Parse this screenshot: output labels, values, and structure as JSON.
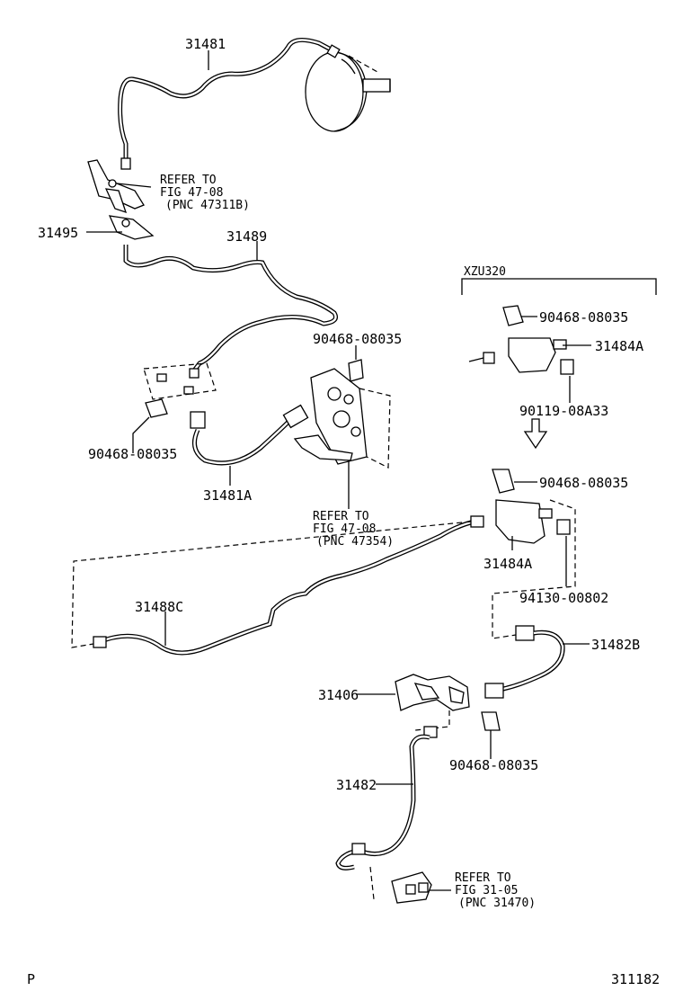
{
  "parts": {
    "p31481": "31481",
    "p31495": "31495",
    "p31489": "31489",
    "p90468_a": "90468-08035",
    "p90468_b": "90468-08035",
    "p31481A": "31481A",
    "p90468_c": "90468-08035",
    "p31484A_top": "31484A",
    "p90119": "90119-08A33",
    "p90468_d": "90468-08035",
    "p31484A_mid": "31484A",
    "p94130": "94130-00802",
    "p31488C": "31488C",
    "p31482B": "31482B",
    "p31406": "31406",
    "p90468_e": "90468-08035",
    "p31482": "31482"
  },
  "refs": {
    "ref1": {
      "line1": "REFER TO",
      "line2": "FIG 47-08",
      "line3": "(PNC 47311B)"
    },
    "ref2": {
      "line1": "REFER TO",
      "line2": "FIG 47-08",
      "line3": "(PNC 47354)"
    },
    "ref3": {
      "line1": "REFER TO",
      "line2": "FIG 31-05",
      "line3": "(PNC 31470)"
    }
  },
  "variant": "XZU320",
  "footer": {
    "left": "P",
    "right": "311182"
  }
}
